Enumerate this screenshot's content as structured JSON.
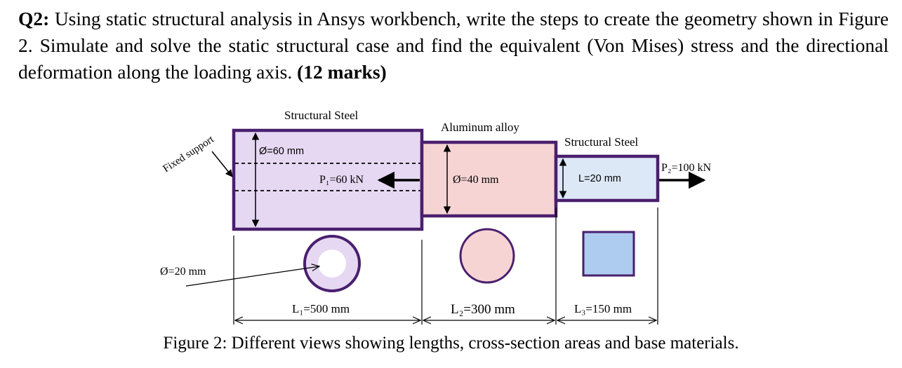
{
  "question": {
    "label": "Q2:",
    "text": "Using static structural analysis in Ansys workbench, write the steps to create the geometry shown in Figure 2. Simulate and solve the static structural case and find the equivalent (Von Mises) stress and the directional deformation along the loading axis.",
    "marks": "(12 marks)"
  },
  "figure": {
    "fixed_support": "Fixed support",
    "section1": {
      "material": "Structural Steel",
      "diameter": "Ø=60 mm",
      "load": "P₁=60 kN",
      "length": "L₁=500 mm"
    },
    "section2": {
      "material": "Aluminum alloy",
      "diameter": "Ø=40 mm",
      "length": "L₂=300 mm"
    },
    "section3": {
      "material": "Structural Steel",
      "side": "L=20 mm",
      "load": "P₂=100 kN",
      "length": "L₃=150 mm"
    },
    "hole": "Ø=20 mm",
    "colors": {
      "outline": "#4a1f6e",
      "steel_fill": "#e6d8f2",
      "aluminum_fill": "#f6d4d4",
      "square_fill": "#aecbf0",
      "section3_fill": "#dde8f7"
    }
  },
  "caption": "Figure 2: Different views showing lengths, cross-section areas and base materials."
}
